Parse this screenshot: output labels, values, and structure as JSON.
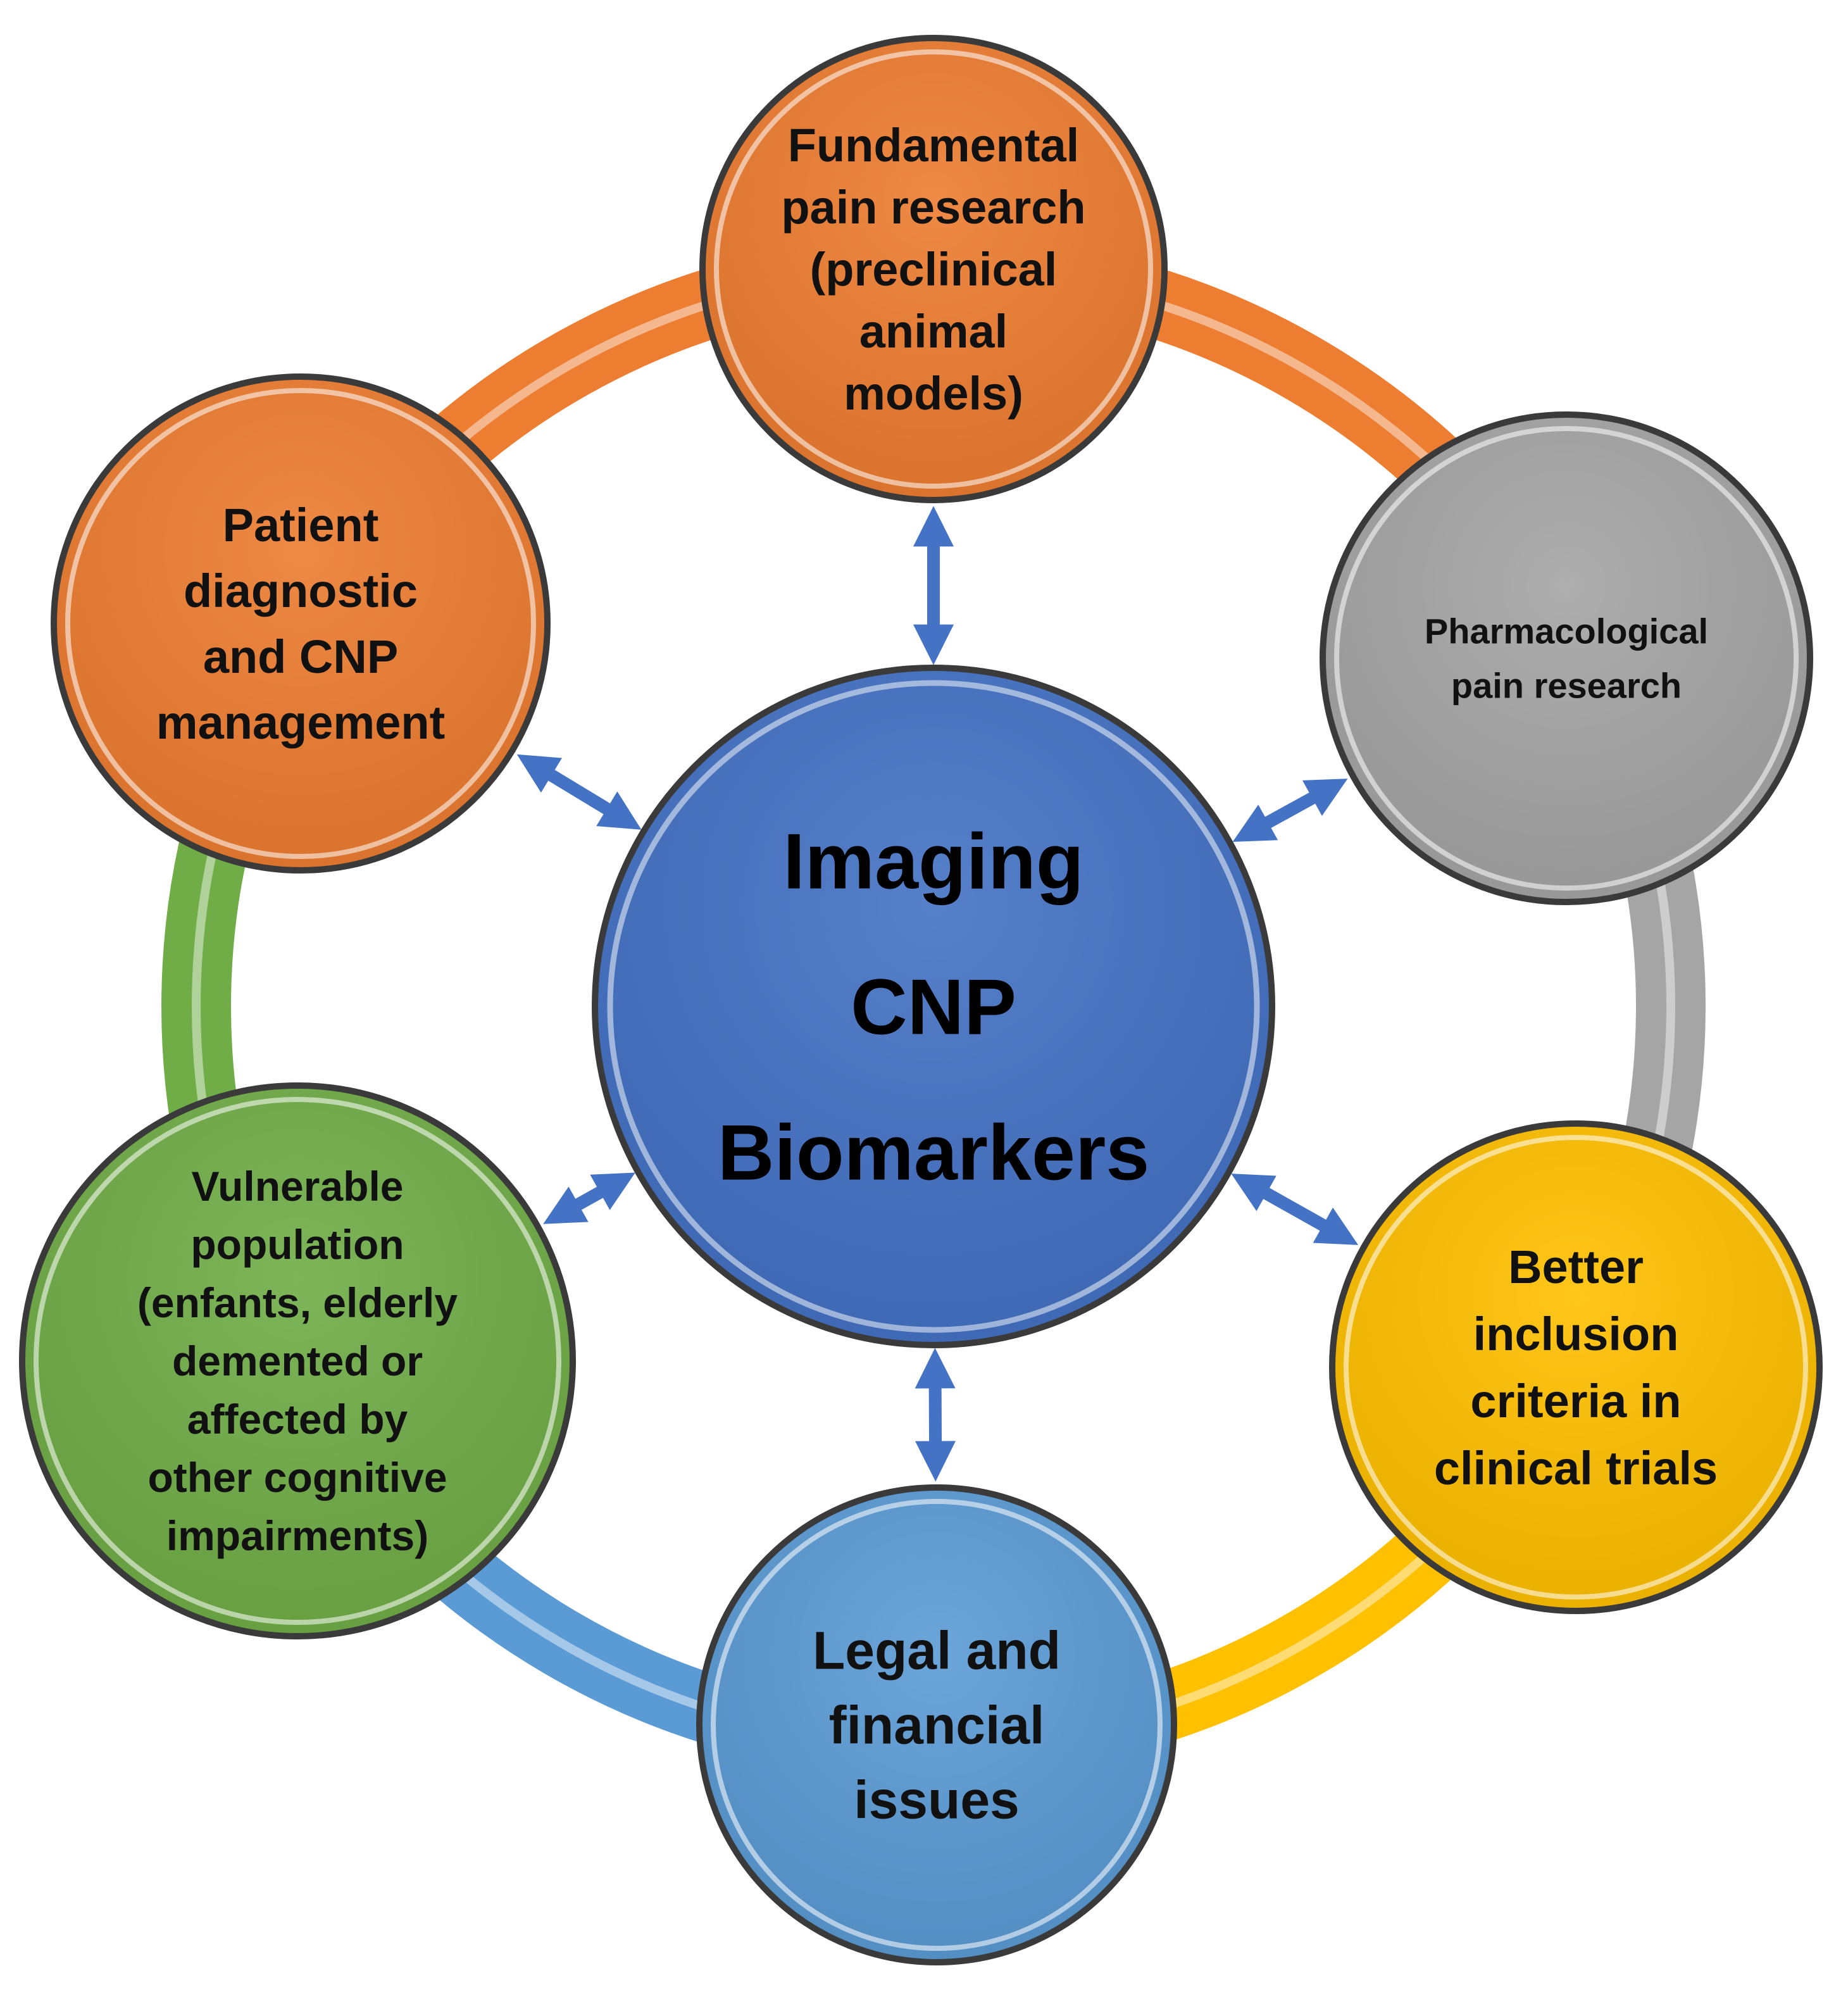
{
  "center": {
    "lines": [
      "Imaging",
      "CNP",
      "Biomarkers"
    ],
    "color": "#4472C4"
  },
  "nodes": [
    {
      "id": "fundamental",
      "lines": [
        "Fundamental",
        "pain research",
        "(preclinical",
        "animal",
        "models)"
      ],
      "color": "#ED7D31"
    },
    {
      "id": "pharmacological",
      "lines": [
        "Pharmacological",
        "pain research"
      ],
      "color": "#A5A5A5"
    },
    {
      "id": "inclusion",
      "lines": [
        "Better",
        "inclusion",
        "criteria  in",
        "clinical trials"
      ],
      "color": "#FFC000"
    },
    {
      "id": "legal",
      "lines": [
        "Legal and",
        "financial",
        "issues"
      ],
      "color": "#5B9BD5"
    },
    {
      "id": "vulnerable",
      "lines": [
        "Vulnerable",
        "population",
        "(enfants, elderly",
        "demented or",
        "affected by",
        "other cognitive",
        "impairments)"
      ],
      "color": "#70AD47"
    },
    {
      "id": "patient",
      "lines": [
        "Patient",
        "diagnostic",
        "and  CNP",
        "management"
      ],
      "color": "#ED7D31"
    }
  ],
  "ring_colors": {
    "fundamental_to_pharmacological": "#ED7D31",
    "pharmacological_to_inclusion": "#A5A5A5",
    "inclusion_to_legal": "#FFC000",
    "legal_to_vulnerable": "#5B9BD5",
    "vulnerable_to_patient": "#70AD47",
    "patient_to_fundamental": "#ED7D31"
  },
  "arrow_color": "#4472C4"
}
